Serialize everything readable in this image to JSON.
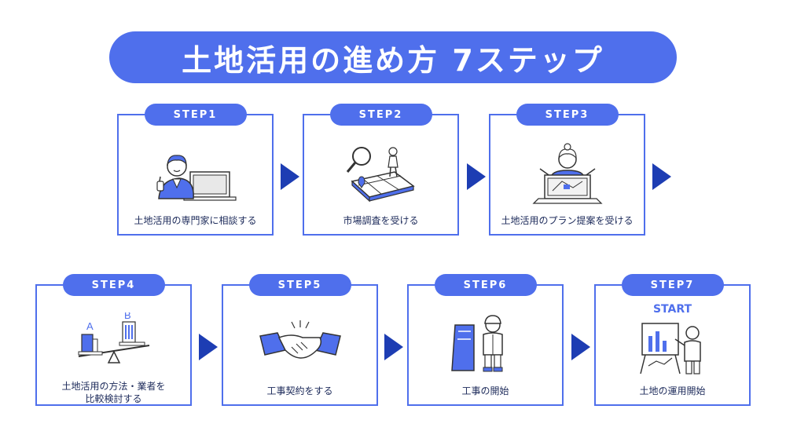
{
  "title": "土地活用の進め方 7ステップ",
  "steps": [
    {
      "badge": "STEP1",
      "label": "土地活用の専門家に相談する"
    },
    {
      "badge": "STEP2",
      "label": "市場調査を受ける"
    },
    {
      "badge": "STEP3",
      "label": "土地活用のプラン提案を受ける"
    },
    {
      "badge": "STEP4",
      "label": "土地活用の方法・業者を\n比較検討する",
      "illus_text_a": "A",
      "illus_text_b": "B"
    },
    {
      "badge": "STEP5",
      "label": "工事契約をする"
    },
    {
      "badge": "STEP6",
      "label": "工事の開始"
    },
    {
      "badge": "STEP7",
      "label": "土地の運用開始",
      "illus_text": "START"
    }
  ],
  "colors": {
    "accent": "#4f6fec",
    "arrow": "#1d3db3",
    "text": "#1c2a5a"
  },
  "icons": [
    "consultant-person-icon",
    "market-research-map-icon",
    "plan-proposal-laptop-icon",
    "comparison-balance-icon",
    "handshake-icon",
    "construction-worker-icon",
    "start-presentation-icon"
  ]
}
